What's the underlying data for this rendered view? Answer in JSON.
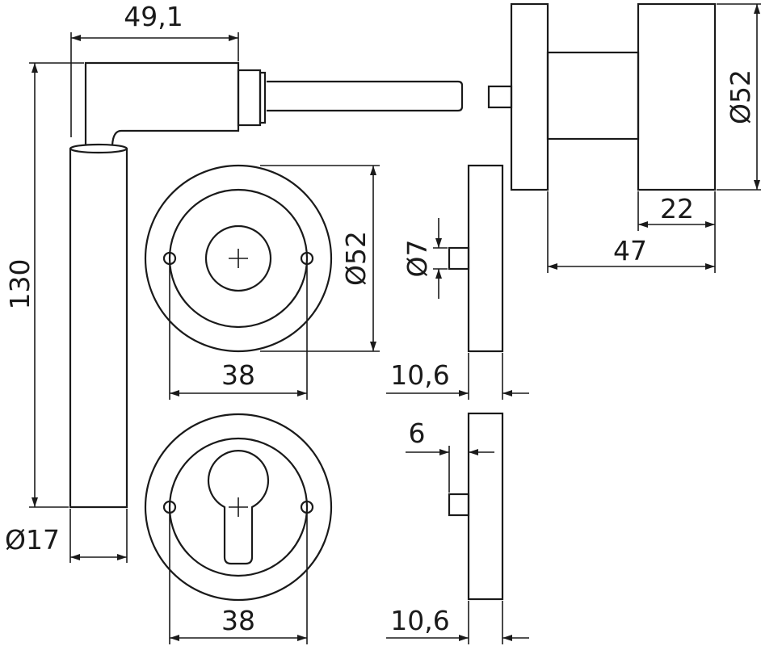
{
  "dimensions": {
    "lever_projection": "49,1",
    "lever_length": "130",
    "lever_diameter": "Ø17",
    "rose_diameter": "Ø52",
    "rose_screw_spacing": "38",
    "escutcheon_screw_spacing": "38",
    "spindle_diameter": "Ø7",
    "rose_thickness": "10,6",
    "escutcheon_offset": "6",
    "escutcheon_thickness": "10,6",
    "knob_diameter": "Ø52",
    "knob_width": "22",
    "knob_projection": "47"
  }
}
